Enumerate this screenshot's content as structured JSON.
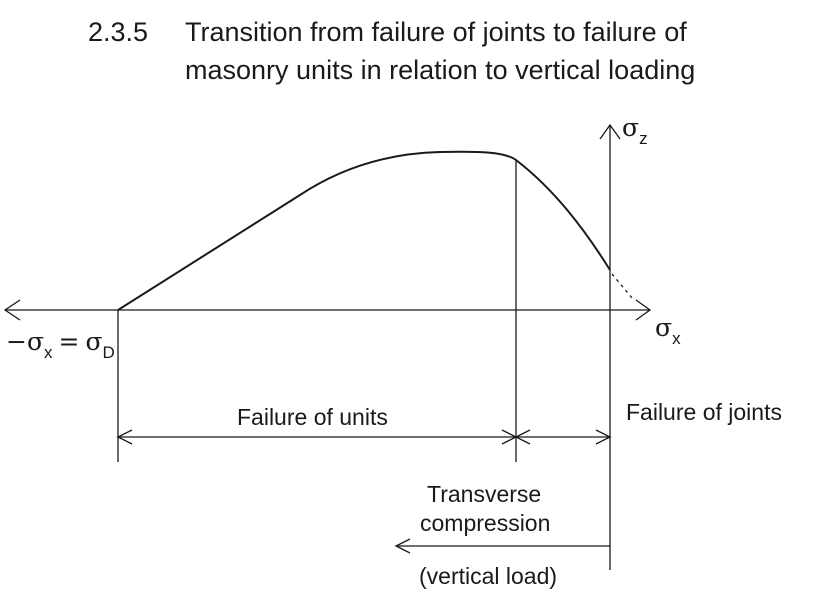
{
  "heading": {
    "number": "2.3.5",
    "line1": "Transition from failure of joints to failure of",
    "line2": "masonry units in relation to vertical loading"
  },
  "axes": {
    "z_symbol": "σ",
    "z_subscript": "z",
    "x_symbol": "σ",
    "x_subscript": "x",
    "left_lhs_symbol": "−σ",
    "left_lhs_subscript": "x",
    "left_eq": "=",
    "left_rhs_symbol": "σ",
    "left_rhs_subscript": "D"
  },
  "regions": {
    "units": "Failure of units",
    "joints": "Failure of joints"
  },
  "load": {
    "line1": "Transverse",
    "line2": "compression",
    "line3": "(vertical load)"
  }
}
